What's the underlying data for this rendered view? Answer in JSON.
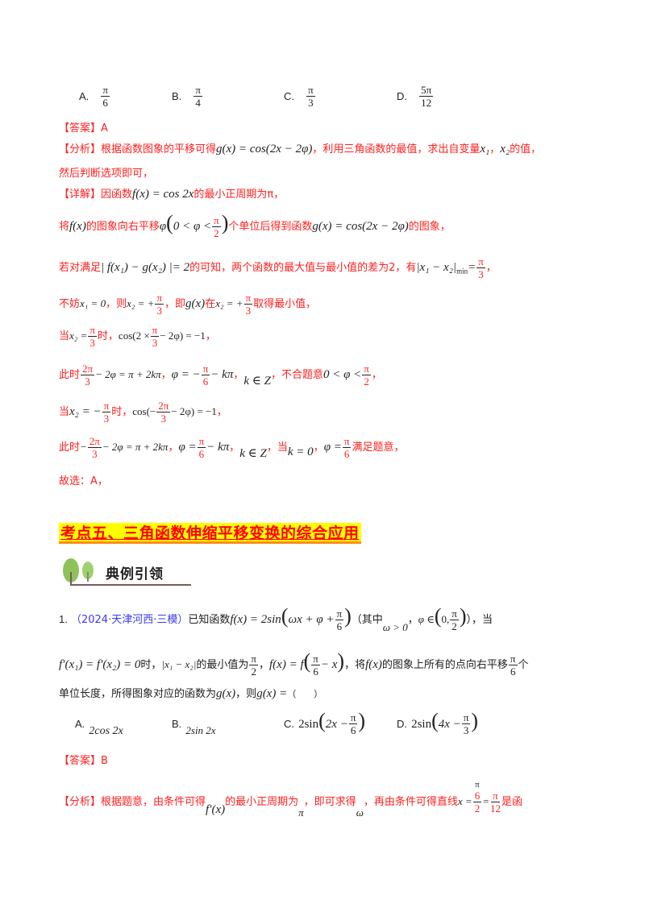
{
  "question_prev": {
    "options": [
      {
        "label": "A.",
        "num": "π",
        "den": "6"
      },
      {
        "label": "B.",
        "num": "π",
        "den": "4"
      },
      {
        "label": "C.",
        "num": "π",
        "den": "3"
      },
      {
        "label": "D.",
        "num": "5π",
        "den": "12"
      }
    ],
    "answer_tag": "【答案】",
    "answer_value": "A",
    "analysis_tag": "【分析】",
    "analysis_text_1": "根据函数图象的平移可得",
    "analysis_formula_1": "g(x) = cos(2x − 2φ)",
    "analysis_text_2": "，利用三角函数的最值，求出自变量",
    "analysis_x1": "x₁",
    "analysis_sep": "，",
    "analysis_x2": "x₂",
    "analysis_text_3": "的值，",
    "analysis_text_4": "然后判断选项即可，",
    "detail_tag": "【详解】",
    "detail_line1_text": "因函数",
    "detail_line1_formula": "f(x) = cos 2x",
    "detail_line1_text2": "的最小正周期为π，",
    "line2_text1": "将",
    "line2_fx": "f(x)",
    "line2_text2": "的图象向右平移",
    "line2_phi": "φ",
    "line2_cond_pre": "0 < φ <",
    "line2_cond_num": "π",
    "line2_cond_den": "2",
    "line2_text3": "个单位后得到函数",
    "line2_formula": "g(x) = cos(2x − 2φ)",
    "line2_text4": "的图象，",
    "line3_text1": "若对满足",
    "line3_formula": "| f(x₁) − g(x₂) |= 2",
    "line3_text2": "的可知，两个函数的最大值与最小值的差为2，有",
    "line3_formula2": "|x₁ − x₂|",
    "line3_sub": "min",
    "line3_eq": "=",
    "line3_num": "π",
    "line3_den": "3",
    "line3_end": "，",
    "line4_text1": "不妨",
    "line4_f1": "x₁ = 0",
    "line4_text2": "，则",
    "line4_f2": "x₂ = +",
    "line4_f2_num": "π",
    "line4_f2_den": "3",
    "line4_text3": "，即",
    "line4_f3": "g(x)",
    "line4_text4": "在",
    "line4_f4": "x₂ = +",
    "line4_f4_num": "π",
    "line4_f4_den": "3",
    "line4_text5": "取得最小值，",
    "line5_text1": "当",
    "line5_f1": "x₂ =",
    "line5_f1_num": "π",
    "line5_f1_den": "3",
    "line5_text2": "时，",
    "line5_f2_pre": "cos(2 ×",
    "line5_f2_num": "π",
    "line5_f2_den": "3",
    "line5_f2_post": "− 2φ) = −1",
    "line5_end": "，",
    "line6_text1": "此时",
    "line6_f1_num": "2π",
    "line6_f1_den": "3",
    "line6_f1_post": "− 2φ = π + 2kπ",
    "line6_sep1": "，",
    "line6_f2_pre": "φ = −",
    "line6_f2_num": "π",
    "line6_f2_den": "6",
    "line6_f2_post": "− kπ",
    "line6_sep2": "，",
    "line6_f3": "k ∈ Z",
    "line6_text2": "，不合题意",
    "line6_f4_pre": "0 < φ <",
    "line6_f4_num": "π",
    "line6_f4_den": "2",
    "line6_end": "，",
    "line7_text1": "当",
    "line7_f1_pre": "x₂ = −",
    "line7_f1_num": "π",
    "line7_f1_den": "3",
    "line7_text2": "时，",
    "line7_f2_pre": "cos(−",
    "line7_f2_num": "2π",
    "line7_f2_den": "3",
    "line7_f2_post": "− 2φ) = −1",
    "line7_end": "，",
    "line8_text1": "此时",
    "line8_f1_pre": "−",
    "line8_f1_num": "2π",
    "line8_f1_den": "3",
    "line8_f1_post": "− 2φ = π + 2kπ",
    "line8_sep1": "，",
    "line8_f2_pre": "φ =",
    "line8_f2_num": "π",
    "line8_f2_den": "6",
    "line8_f2_post": "− kπ",
    "line8_sep2": "，",
    "line8_f3": "k ∈ Z",
    "line8_text2": "，当",
    "line8_f4": "k = 0",
    "line8_sep3": "，",
    "line8_f5_pre": "φ =",
    "line8_f5_num": "π",
    "line8_f5_den": "6",
    "line8_text3": "满足题意，",
    "conclusion": "故选：A，"
  },
  "section": {
    "title": "考点五、三角函数伸缩平移变换的综合应用",
    "banner_label": "典例引领"
  },
  "question_1": {
    "number": "1.",
    "source": "（2024·天津河西·三模）",
    "text1": "已知函数",
    "f_pre": "f(x) = 2sin",
    "f_inner": "ωx + φ +",
    "f_num": "π",
    "f_den": "6",
    "text2": "（其中",
    "cond1": "ω > 0",
    "sep": "，",
    "cond2_pre": "φ ∈",
    "cond2_inner": "0,",
    "cond2_num": "π",
    "cond2_den": "2",
    "text3": "），当",
    "l2_f1": "f′(x₁) = f′(x₂) = 0",
    "l2_text1": "时，",
    "l2_f2": "|x₁ − x₂|",
    "l2_text2": "的最小值为",
    "l2_num1": "π",
    "l2_den1": "2",
    "l2_sep": "，",
    "l2_f3_pre": "f(x) = f",
    "l2_f3_num": "π",
    "l2_f3_den": "6",
    "l2_f3_post": "− x",
    "l2_text3": "，将",
    "l2_f4": "f(x)",
    "l2_text4": "的图象上所有的点向右平移",
    "l2_num2": "π",
    "l2_den2": "6",
    "l2_text5": "个",
    "l3_text1": "单位长度，所得图象对应的函数为",
    "l3_g": "g(x)",
    "l3_text2": "，则",
    "l3_g2": "g(x) =",
    "l3_paren": "（　　）",
    "options": [
      {
        "label": "A.",
        "expr": "2cos 2x"
      },
      {
        "label": "B.",
        "expr": "2sin 2x"
      },
      {
        "label": "C.",
        "expr_pre": "2sin",
        "expr_inner": "2x −",
        "num": "π",
        "den": "6"
      },
      {
        "label": "D.",
        "expr_pre": "2sin",
        "expr_inner": "4x −",
        "num": "π",
        "den": "3"
      }
    ],
    "answer_tag": "【答案】",
    "answer_value": "B",
    "analysis_tag": "【分析】",
    "analysis_text1": "根据题意，由条件可得",
    "analysis_f1": "f′(x)",
    "analysis_text2": "的最小正周期为",
    "analysis_pi": "π",
    "analysis_text3": "，即可求得",
    "analysis_omega": "ω",
    "analysis_text4": "，再由条件可得直线",
    "analysis_f2_pre": "x =",
    "analysis_f2_top": "π",
    "analysis_f2_num": "6",
    "analysis_f2_den": "2",
    "analysis_f2_eq": "=",
    "analysis_f2_num2": "π",
    "analysis_f2_den2": "12",
    "analysis_text5": "是函"
  }
}
